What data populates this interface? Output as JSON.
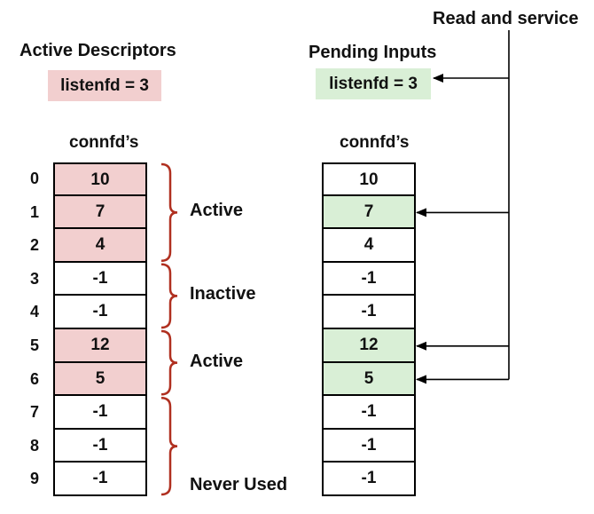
{
  "read_service_label": "Read and service",
  "active": {
    "title": "Active Descriptors",
    "listenfd_label": "listenfd = 3",
    "column_header": "connfd’s"
  },
  "pending": {
    "title": "Pending Inputs",
    "listenfd_label": "listenfd = 3",
    "column_header": "connfd’s"
  },
  "rows": [
    {
      "index": "0",
      "active_value": "10",
      "active_highlight": true,
      "pending_value": "10",
      "pending_highlight": false
    },
    {
      "index": "1",
      "active_value": "7",
      "active_highlight": true,
      "pending_value": "7",
      "pending_highlight": true
    },
    {
      "index": "2",
      "active_value": "4",
      "active_highlight": true,
      "pending_value": "4",
      "pending_highlight": false
    },
    {
      "index": "3",
      "active_value": "-1",
      "active_highlight": false,
      "pending_value": "-1",
      "pending_highlight": false
    },
    {
      "index": "4",
      "active_value": "-1",
      "active_highlight": false,
      "pending_value": "-1",
      "pending_highlight": false
    },
    {
      "index": "5",
      "active_value": "12",
      "active_highlight": true,
      "pending_value": "12",
      "pending_highlight": true
    },
    {
      "index": "6",
      "active_value": "5",
      "active_highlight": true,
      "pending_value": "5",
      "pending_highlight": true
    },
    {
      "index": "7",
      "active_value": "-1",
      "active_highlight": false,
      "pending_value": "-1",
      "pending_highlight": false
    },
    {
      "index": "8",
      "active_value": "-1",
      "active_highlight": false,
      "pending_value": "-1",
      "pending_highlight": false
    },
    {
      "index": "9",
      "active_value": "-1",
      "active_highlight": false,
      "pending_value": "-1",
      "pending_highlight": false
    }
  ],
  "groups": [
    {
      "label": "Active",
      "first_row": 0,
      "last_row": 2
    },
    {
      "label": "Inactive",
      "first_row": 3,
      "last_row": 4
    },
    {
      "label": "Active",
      "first_row": 5,
      "last_row": 6
    },
    {
      "label": "Never Used",
      "first_row": 7,
      "last_row": 9
    }
  ],
  "colors": {
    "active_fill": "#f2cfcf",
    "pending_fill": "#d9efd6",
    "brace": "#b03020",
    "arrow": "#000000"
  }
}
